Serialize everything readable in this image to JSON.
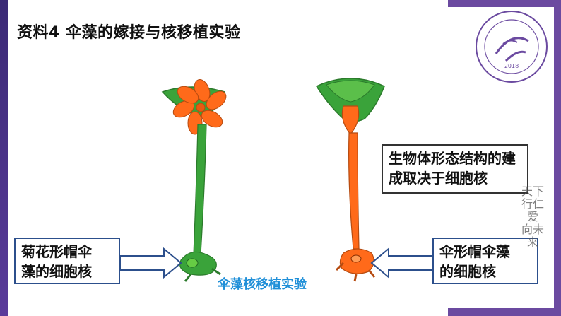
{
  "title": "资料4  伞藻的嫁接与核移植实验",
  "left_label": {
    "line1": "菊花形帽伞",
    "line2": "藻的细胞核"
  },
  "right_label": {
    "line1": "伞形帽伞藻",
    "line2": "的细胞核"
  },
  "conclusion": {
    "line1": "生物体形态结构的建",
    "line2": "成取决于细胞核"
  },
  "caption": "伞藻核移植实验",
  "side_text": {
    "l1": "天下",
    "l2": "行仁爱",
    "l3": "向未来"
  },
  "logo": {
    "year": "2018"
  },
  "colors": {
    "green": "#3aa33a",
    "orange": "#ff6a1a",
    "frame": "#6b4aa0",
    "box_border": "#2c4f8c",
    "caption": "#1f8fd8"
  }
}
